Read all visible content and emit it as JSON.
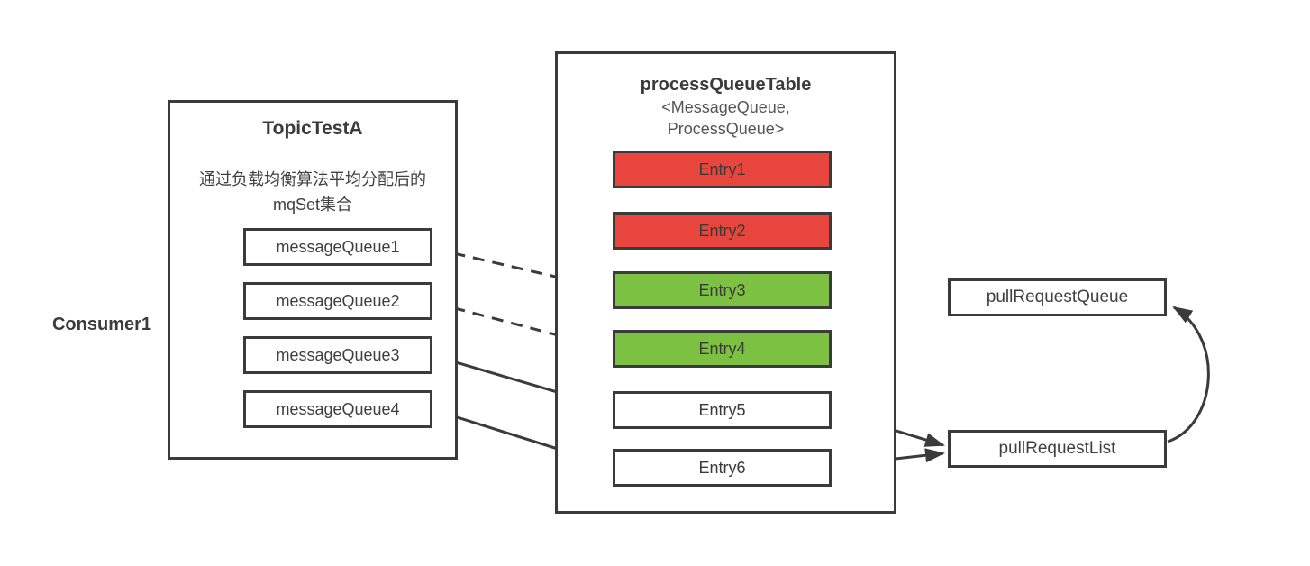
{
  "consumer_label": "Consumer1",
  "topic_box": {
    "title": "TopicTestA",
    "description_line1": "通过负载均衡算法平均分配后的",
    "description_line2": "mqSet集合",
    "items": [
      {
        "label": "messageQueue1"
      },
      {
        "label": "messageQueue2"
      },
      {
        "label": "messageQueue3"
      },
      {
        "label": "messageQueue4"
      }
    ]
  },
  "process_box": {
    "title": "processQueueTable",
    "subtitle_line1": "<MessageQueue,",
    "subtitle_line2": "ProcessQueue>",
    "entries": [
      {
        "label": "Entry1",
        "color": "#e8463d"
      },
      {
        "label": "Entry2",
        "color": "#e8463d"
      },
      {
        "label": "Entry3",
        "color": "#7dc142"
      },
      {
        "label": "Entry4",
        "color": "#7dc142"
      },
      {
        "label": "Entry5",
        "color": "#ffffff"
      },
      {
        "label": "Entry6",
        "color": "#ffffff"
      }
    ]
  },
  "right_boxes": {
    "pull_request_queue": "pullRequestQueue",
    "pull_request_list": "pullRequestList"
  },
  "connections": [
    {
      "from": "messageQueue1",
      "to": "Entry3",
      "style": "dashed"
    },
    {
      "from": "messageQueue2",
      "to": "Entry4",
      "style": "dashed"
    },
    {
      "from": "messageQueue3",
      "to": "Entry5",
      "style": "solid"
    },
    {
      "from": "messageQueue4",
      "to": "Entry6",
      "style": "solid"
    },
    {
      "from": "Entry5",
      "to": "pullRequestList",
      "style": "solid"
    },
    {
      "from": "Entry6",
      "to": "pullRequestList",
      "style": "solid"
    },
    {
      "from": "pullRequestList",
      "to": "pullRequestQueue",
      "style": "curved"
    }
  ],
  "colors": {
    "border": "#3b3b3b",
    "text": "#3f3f3f",
    "subtitle_text": "#555555",
    "entry_red": "#e8463d",
    "entry_green": "#7dc142",
    "entry_white": "#ffffff",
    "background": "#ffffff"
  }
}
